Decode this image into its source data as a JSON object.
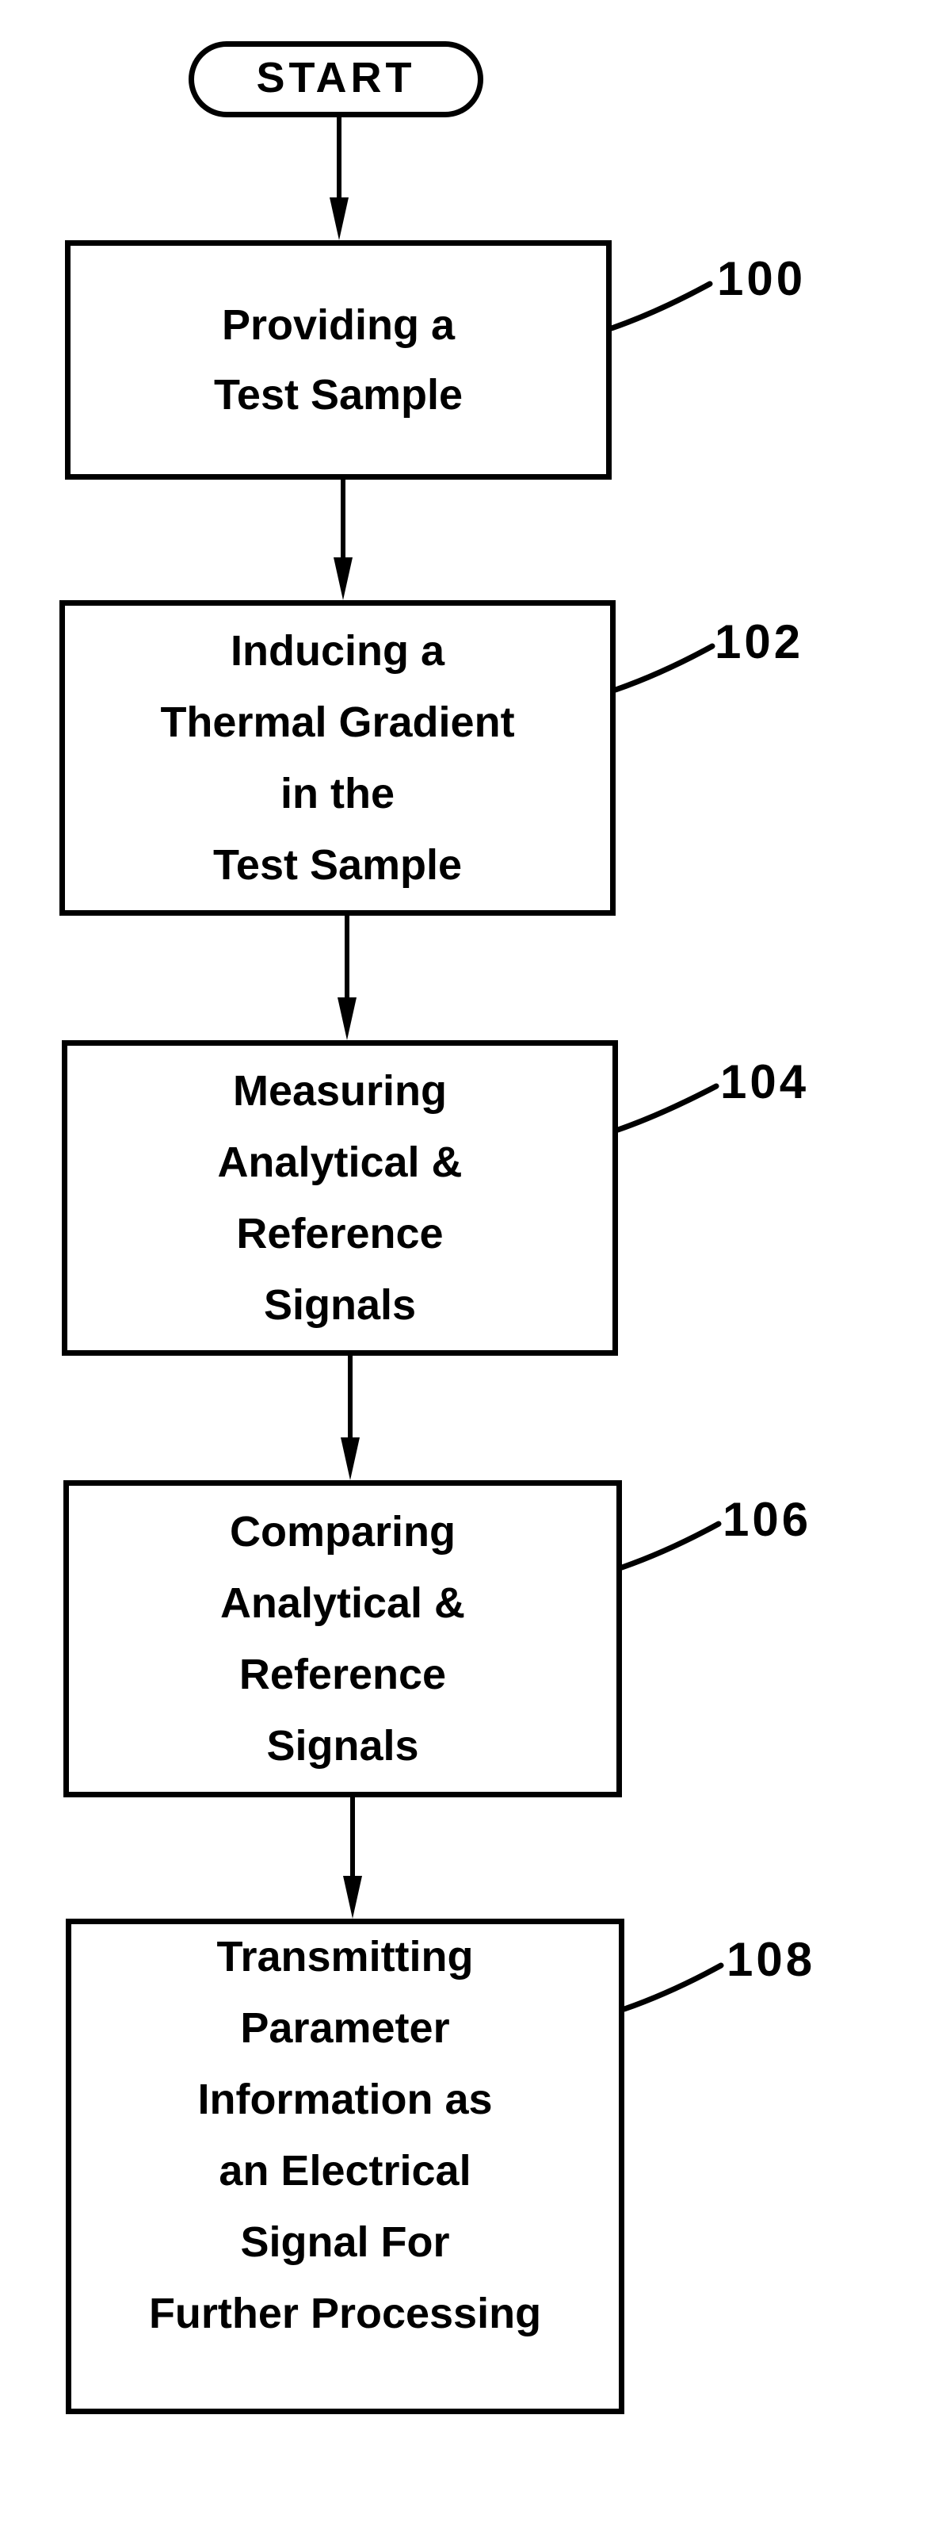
{
  "figure": {
    "kind": "patent-flowchart",
    "background": "#ffffff",
    "ink": "#000000",
    "start": {
      "label": "START"
    },
    "steps": [
      {
        "ref": "100",
        "lines": [
          "Providing a",
          "Test Sample"
        ]
      },
      {
        "ref": "102",
        "lines": [
          "Inducing a",
          "Thermal Gradient",
          "in the",
          "Test Sample"
        ]
      },
      {
        "ref": "104",
        "lines": [
          "Measuring",
          "Analytical &",
          "Reference",
          "Signals"
        ]
      },
      {
        "ref": "106",
        "lines": [
          "Comparing",
          "Analytical &",
          "Reference",
          "Signals"
        ]
      },
      {
        "ref": "108",
        "lines": [
          "Transmitting",
          "Parameter",
          "Information as",
          "an Electrical",
          "Signal For",
          "Further Processing"
        ]
      }
    ]
  }
}
